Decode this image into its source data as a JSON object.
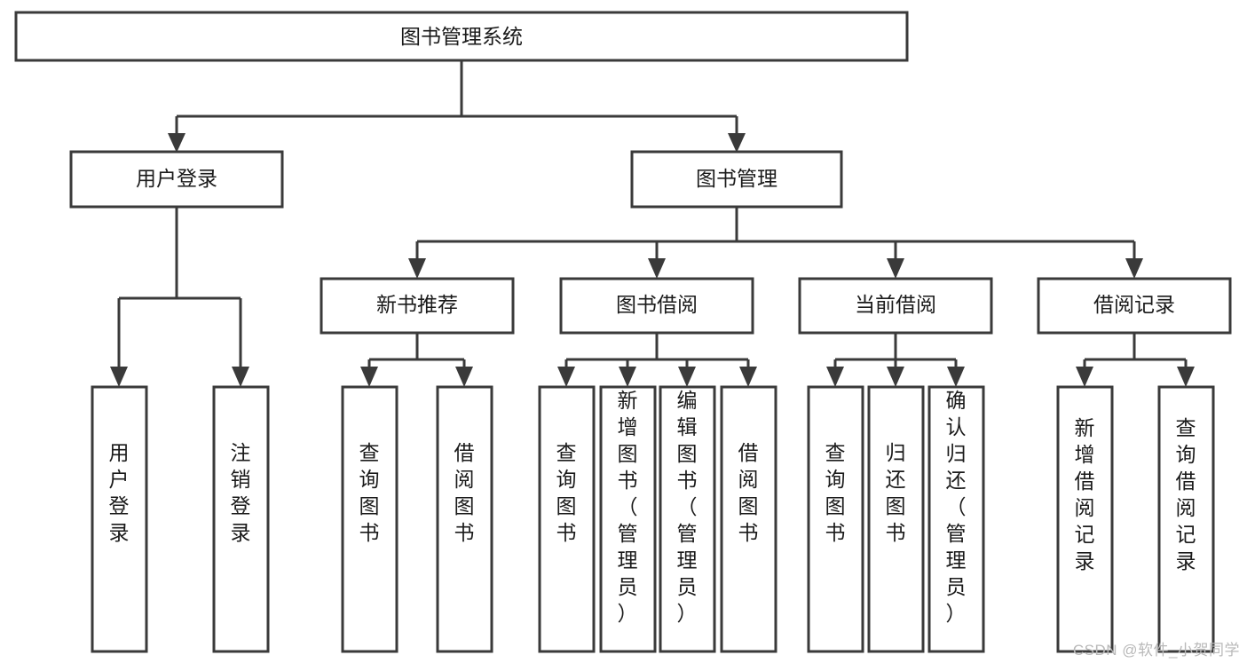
{
  "diagram": {
    "type": "tree-hierarchy",
    "title": "图书管理系统",
    "watermark": "CSDN @软件_小贺同学",
    "colors": {
      "background": "#ffffff",
      "node_fill": "#ffffff",
      "node_stroke": "#3a3a3a",
      "text": "#1a1a1a",
      "watermark": "#b9b9b9"
    },
    "levels": [
      {
        "level": 1,
        "nodes": [
          {
            "id": "root",
            "label": "图书管理系统",
            "orientation": "horizontal"
          }
        ]
      },
      {
        "level": 2,
        "nodes": [
          {
            "id": "user-login",
            "label": "用户登录",
            "orientation": "horizontal",
            "parent": "root"
          },
          {
            "id": "book-manage",
            "label": "图书管理",
            "orientation": "horizontal",
            "parent": "root"
          }
        ]
      },
      {
        "level": 3,
        "nodes": [
          {
            "id": "new-book-rec",
            "label": "新书推荐",
            "orientation": "horizontal",
            "parent": "book-manage"
          },
          {
            "id": "book-borrow",
            "label": "图书借阅",
            "orientation": "horizontal",
            "parent": "book-manage"
          },
          {
            "id": "current-borrow",
            "label": "当前借阅",
            "orientation": "horizontal",
            "parent": "book-manage"
          },
          {
            "id": "borrow-record",
            "label": "借阅记录",
            "orientation": "horizontal",
            "parent": "book-manage"
          }
        ]
      },
      {
        "level": 4,
        "nodes": [
          {
            "id": "leaf-user-login",
            "label": "用户登录",
            "orientation": "vertical",
            "parent": "user-login"
          },
          {
            "id": "leaf-user-logout",
            "label": "注销登录",
            "orientation": "vertical",
            "parent": "user-login"
          },
          {
            "id": "leaf-query-book-1",
            "label": "查询图书",
            "orientation": "vertical",
            "parent": "new-book-rec"
          },
          {
            "id": "leaf-borrow-book-1",
            "label": "借阅图书",
            "orientation": "vertical",
            "parent": "new-book-rec"
          },
          {
            "id": "leaf-query-book-2",
            "label": "查询图书",
            "orientation": "vertical",
            "parent": "book-borrow"
          },
          {
            "id": "leaf-add-book",
            "label": "新增图书（管理员）",
            "orientation": "vertical",
            "parent": "book-borrow"
          },
          {
            "id": "leaf-edit-book",
            "label": "编辑图书（管理员）",
            "orientation": "vertical",
            "parent": "book-borrow"
          },
          {
            "id": "leaf-borrow-book-2",
            "label": "借阅图书",
            "orientation": "vertical",
            "parent": "book-borrow"
          },
          {
            "id": "leaf-query-book-3",
            "label": "查询图书",
            "orientation": "vertical",
            "parent": "current-borrow"
          },
          {
            "id": "leaf-return-book",
            "label": "归还图书",
            "orientation": "vertical",
            "parent": "current-borrow"
          },
          {
            "id": "leaf-confirm-return",
            "label": "确认归还（管理员）",
            "orientation": "vertical",
            "parent": "current-borrow"
          },
          {
            "id": "leaf-add-record",
            "label": "新增借阅记录",
            "orientation": "vertical",
            "parent": "borrow-record"
          },
          {
            "id": "leaf-query-record",
            "label": "查询借阅记录",
            "orientation": "vertical",
            "parent": "borrow-record"
          }
        ]
      }
    ]
  }
}
